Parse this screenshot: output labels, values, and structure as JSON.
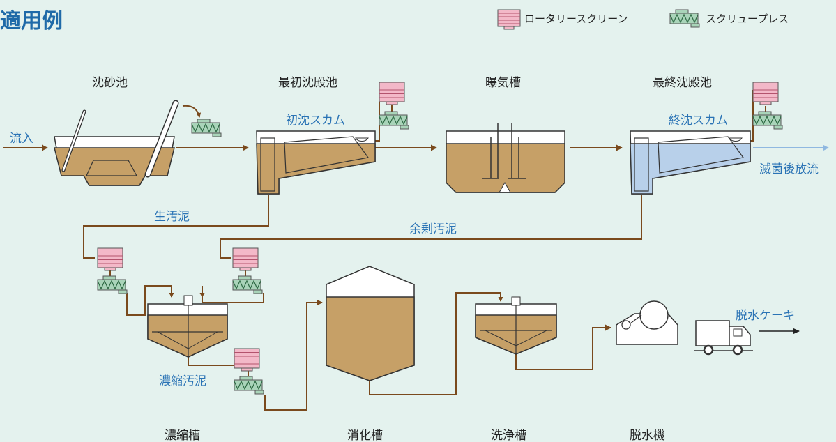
{
  "title": "適用例",
  "legend": {
    "rotary_screen": "ロータリースクリーン",
    "screw_press": "スクリュープレス"
  },
  "colors": {
    "background": "#e4f2ee",
    "title": "#1f6aa8",
    "label_blue": "#2a73b5",
    "sludge_fill": "#c6a067",
    "sludge_line": "#7a4a1d",
    "clear_water": "#b8d0ea",
    "rotary_pink": "#f3b8c8",
    "screw_green": "#a9d4b9",
    "outline": "#333333"
  },
  "process_labels": {
    "grit_chamber": "沈砂池",
    "primary_settling": "最初沈殿池",
    "aeration_tank": "曝気槽",
    "final_settling": "最終沈殿池",
    "thickener": "濃縮槽",
    "digester": "消化槽",
    "wash_tank": "洗浄槽",
    "dehydrator": "脱水機"
  },
  "flow_labels": {
    "inflow": "流入",
    "primary_scum": "初沈スカム",
    "final_scum": "終沈スカム",
    "disinfected_discharge": "滅菌後放流",
    "raw_sludge": "生汚泥",
    "excess_sludge": "余剰汚泥",
    "thickened_sludge": "濃縮汚泥",
    "dewatered_cake": "脱水ケーキ"
  }
}
